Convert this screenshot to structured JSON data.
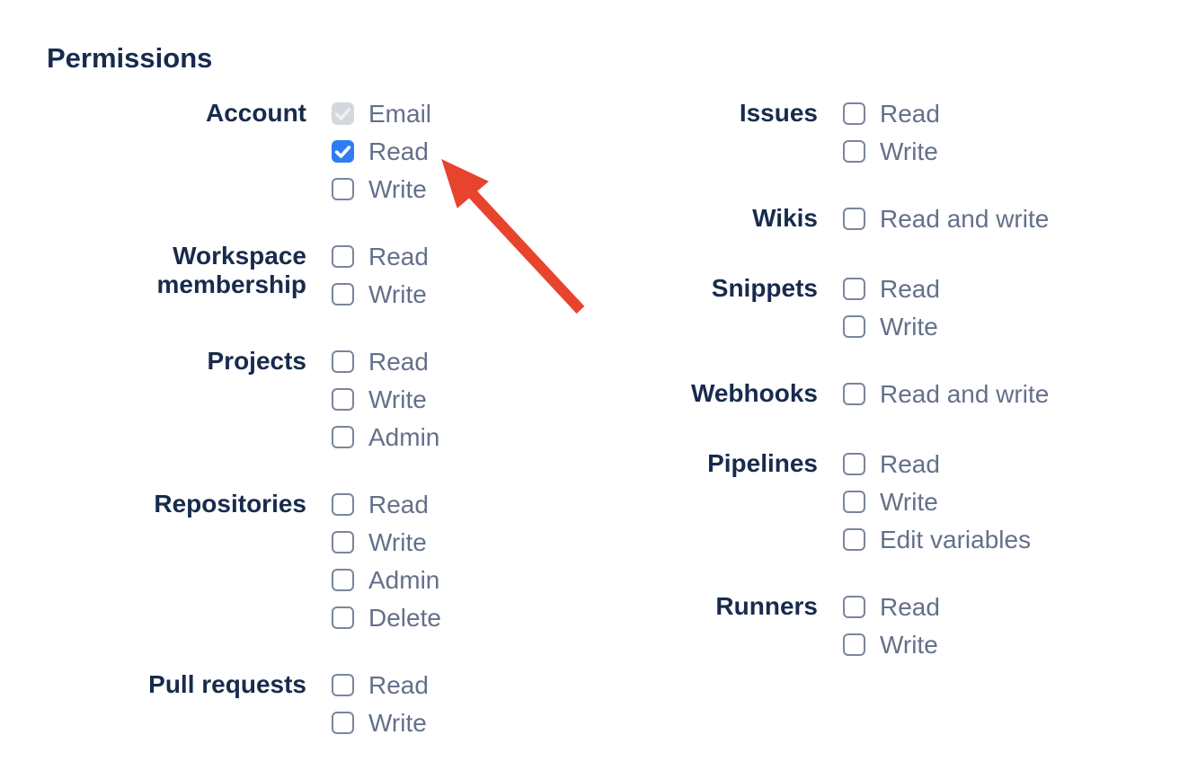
{
  "heading": "Permissions",
  "colors": {
    "heading_text": "#172B4D",
    "group_label_text": "#172B4D",
    "item_label_text": "#64708A",
    "checkbox_border": "#7A869A",
    "checkbox_checked_bg": "#2E7CF6",
    "checkbox_checked_check": "#FFFFFF",
    "checkbox_disabled_bg": "#D4D8DC",
    "checkbox_disabled_check": "#EDEFF1",
    "arrow": "#E8432C"
  },
  "columns": [
    {
      "groups": [
        {
          "label": "Account",
          "items": [
            {
              "label": "Email",
              "checked": true,
              "disabled": true
            },
            {
              "label": "Read",
              "checked": true,
              "disabled": false
            },
            {
              "label": "Write",
              "checked": false,
              "disabled": false
            }
          ]
        },
        {
          "label": "Workspace membership",
          "items": [
            {
              "label": "Read",
              "checked": false,
              "disabled": false
            },
            {
              "label": "Write",
              "checked": false,
              "disabled": false
            }
          ]
        },
        {
          "label": "Projects",
          "items": [
            {
              "label": "Read",
              "checked": false,
              "disabled": false
            },
            {
              "label": "Write",
              "checked": false,
              "disabled": false
            },
            {
              "label": "Admin",
              "checked": false,
              "disabled": false
            }
          ]
        },
        {
          "label": "Repositories",
          "items": [
            {
              "label": "Read",
              "checked": false,
              "disabled": false
            },
            {
              "label": "Write",
              "checked": false,
              "disabled": false
            },
            {
              "label": "Admin",
              "checked": false,
              "disabled": false
            },
            {
              "label": "Delete",
              "checked": false,
              "disabled": false
            }
          ]
        },
        {
          "label": "Pull requests",
          "items": [
            {
              "label": "Read",
              "checked": false,
              "disabled": false
            },
            {
              "label": "Write",
              "checked": false,
              "disabled": false
            }
          ]
        }
      ]
    },
    {
      "groups": [
        {
          "label": "Issues",
          "items": [
            {
              "label": "Read",
              "checked": false,
              "disabled": false
            },
            {
              "label": "Write",
              "checked": false,
              "disabled": false
            }
          ]
        },
        {
          "label": "Wikis",
          "items": [
            {
              "label": "Read and write",
              "checked": false,
              "disabled": false
            }
          ]
        },
        {
          "label": "Snippets",
          "items": [
            {
              "label": "Read",
              "checked": false,
              "disabled": false
            },
            {
              "label": "Write",
              "checked": false,
              "disabled": false
            }
          ]
        },
        {
          "label": "Webhooks",
          "items": [
            {
              "label": "Read and write",
              "checked": false,
              "disabled": false
            }
          ]
        },
        {
          "label": "Pipelines",
          "items": [
            {
              "label": "Read",
              "checked": false,
              "disabled": false
            },
            {
              "label": "Write",
              "checked": false,
              "disabled": false
            },
            {
              "label": "Edit variables",
              "checked": false,
              "disabled": false
            }
          ]
        },
        {
          "label": "Runners",
          "items": [
            {
              "label": "Read",
              "checked": false,
              "disabled": false
            },
            {
              "label": "Write",
              "checked": false,
              "disabled": false
            }
          ]
        }
      ]
    }
  ],
  "annotation": {
    "type": "red-arrow",
    "points_at": "Account Read checkbox"
  }
}
